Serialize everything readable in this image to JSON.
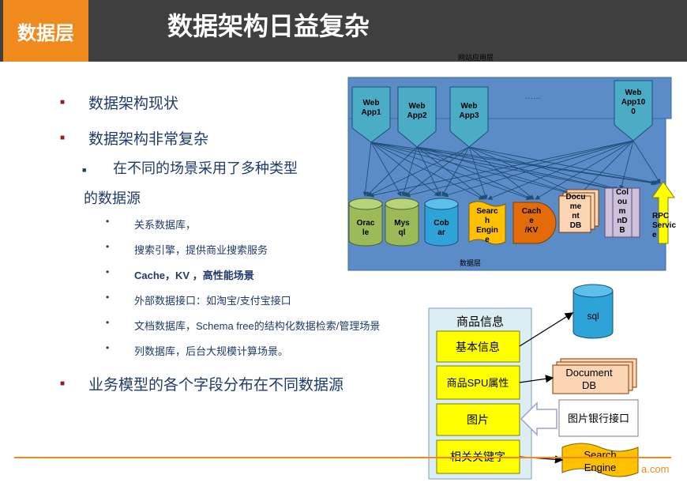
{
  "header": {
    "badge": "数据层",
    "title": "数据架构日益复杂"
  },
  "bullets": {
    "l1_a": "数据架构现状",
    "l1_b": "数据架构非常复杂",
    "l2_a": "在不同的场景采用了多种类型",
    "l2_a_cont": "的数据源",
    "l3": [
      "关系数据库，",
      "搜索引擎，提供商业搜索服务",
      "Cache，KV        ，高性能场景",
      "外部数据接口：如淘宝/支付宝接口",
      "文档数据库，Schema free的结构化数据检索/管理场景",
      "列数据库，后台大规模计算场景。"
    ],
    "l1_c": "业务模型的各个字段分布在不同数据源"
  },
  "arch": {
    "top_label": "网站应用层",
    "bottom_label": "数据层",
    "dots": "……",
    "webapps": [
      "Web App1",
      "Web App2",
      "Web App3",
      "Web App100"
    ],
    "stores": {
      "oracle": "Oracle",
      "mysql": "Mysql",
      "cobar": "Cobar",
      "search": "Search Engine",
      "cache": "Cache /KV",
      "docdb": "Document DB",
      "coldb": "Column DB",
      "rpc": "RPC Service"
    }
  },
  "product": {
    "title": "商品信息",
    "fields": [
      "基本信息",
      "商品SPU属性",
      "图片",
      "相关关键字"
    ],
    "targets": {
      "sql": "sql",
      "docdb": "Document DB",
      "img_api": "图片银行接口",
      "search": "Search Engine"
    }
  },
  "footer": {
    "logo": "a.com"
  },
  "colors": {
    "header": "#3f3f3f",
    "accent": "#f08a1c",
    "arch_bg": "#5b8cc7",
    "webapp": "#4bacc6",
    "db_green": "#9bbb59",
    "db_blue": "#2ea3d8",
    "search_yellow": "#ffc000",
    "cache_orange": "#e36c09",
    "doc_peach": "#fcd5b4",
    "col_lilac": "#ccc0da",
    "rpc_yellow": "#ffff00",
    "field_yellow": "#ffff00",
    "panel": "#dbeef3"
  }
}
